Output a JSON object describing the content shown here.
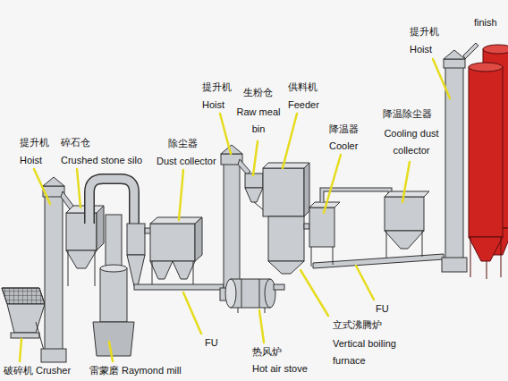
{
  "diagram": {
    "labels": [
      "提升机",
      "Hoist",
      "finish",
      "提升机",
      "Hoist",
      "供料机",
      "Feeder",
      "生粉仓",
      "Raw meal bin",
      "降温除尘器",
      "Cooling dust collector",
      "降温器",
      "Cooler",
      "提升机",
      "Hoist",
      "碎石仓",
      "Crushed stone silo",
      "除尘器",
      "Dust collector",
      "FU",
      "立式沸腾炉",
      "Vertical boiling furnace",
      "FU",
      "热风炉",
      "Hot air stove",
      "破碎机",
      "Crusher",
      "雷蒙磨",
      "Raymond mill"
    ]
  }
}
